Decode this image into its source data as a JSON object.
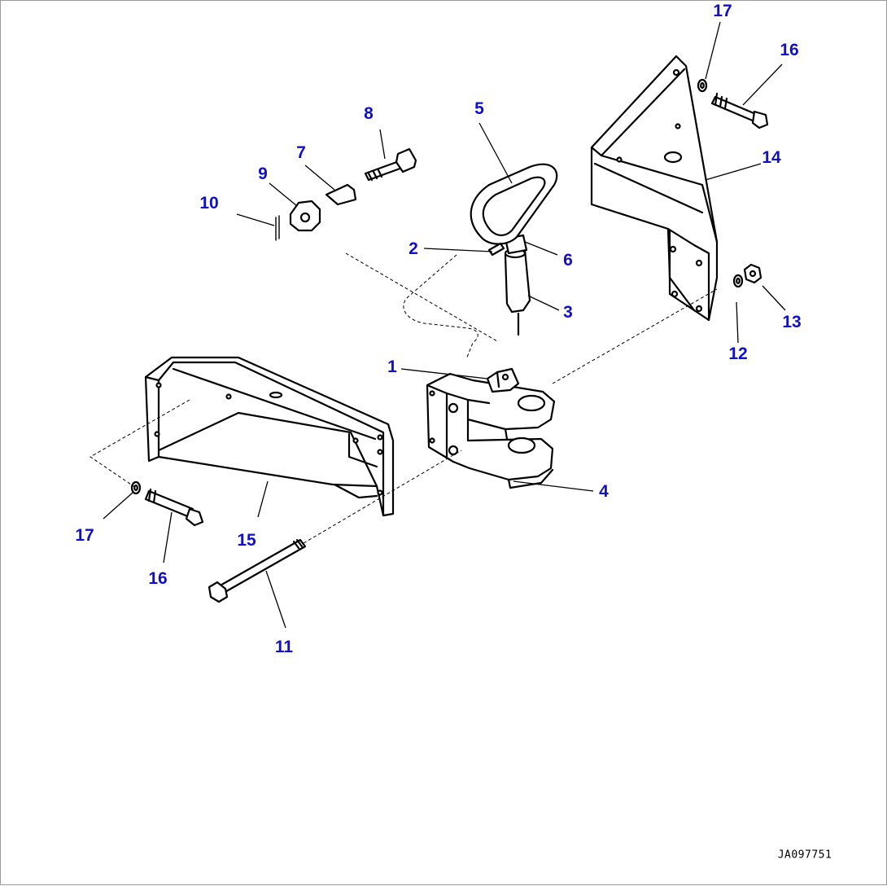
{
  "diagram": {
    "callout_color": "#1010c8",
    "line_color": "#000000",
    "drawing_code": "JA097751",
    "callouts": [
      {
        "id": "1",
        "label": "1"
      },
      {
        "id": "2",
        "label": "2"
      },
      {
        "id": "3",
        "label": "3"
      },
      {
        "id": "4",
        "label": "4"
      },
      {
        "id": "5",
        "label": "5"
      },
      {
        "id": "6",
        "label": "6"
      },
      {
        "id": "7",
        "label": "7"
      },
      {
        "id": "8",
        "label": "8"
      },
      {
        "id": "9",
        "label": "9"
      },
      {
        "id": "10",
        "label": "10"
      },
      {
        "id": "11",
        "label": "11"
      },
      {
        "id": "12",
        "label": "12"
      },
      {
        "id": "13",
        "label": "13"
      },
      {
        "id": "14",
        "label": "14"
      },
      {
        "id": "15",
        "label": "15"
      },
      {
        "id": "16a",
        "label": "16"
      },
      {
        "id": "16b",
        "label": "16"
      },
      {
        "id": "17a",
        "label": "17"
      },
      {
        "id": "17b",
        "label": "17"
      }
    ]
  }
}
